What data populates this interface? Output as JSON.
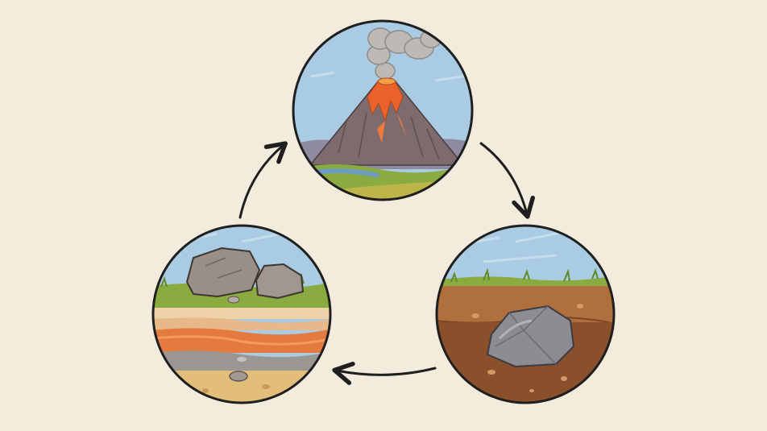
{
  "diagram": {
    "type": "cycle",
    "nodes": [
      {
        "id": "volcano",
        "icon": "volcano-icon"
      },
      {
        "id": "buried-rock",
        "icon": "buried-rock-icon"
      },
      {
        "id": "rock-layers",
        "icon": "rock-layers-icon"
      }
    ],
    "edges": [
      {
        "from": "volcano",
        "to": "buried-rock"
      },
      {
        "from": "buried-rock",
        "to": "rock-layers"
      },
      {
        "from": "rock-layers",
        "to": "volcano"
      }
    ]
  },
  "colors": {
    "background": "#f3ebdc",
    "outline": "#1f1f1f",
    "sky": "#a9cbe3",
    "lava": "#e8622a",
    "mountain": "#7d6b6e",
    "grass": "#8aab3f",
    "soil_top": "#b0703e",
    "soil_bottom": "#8a4f2b",
    "rock": "#8d8c92",
    "sand": "#e2be7a"
  }
}
